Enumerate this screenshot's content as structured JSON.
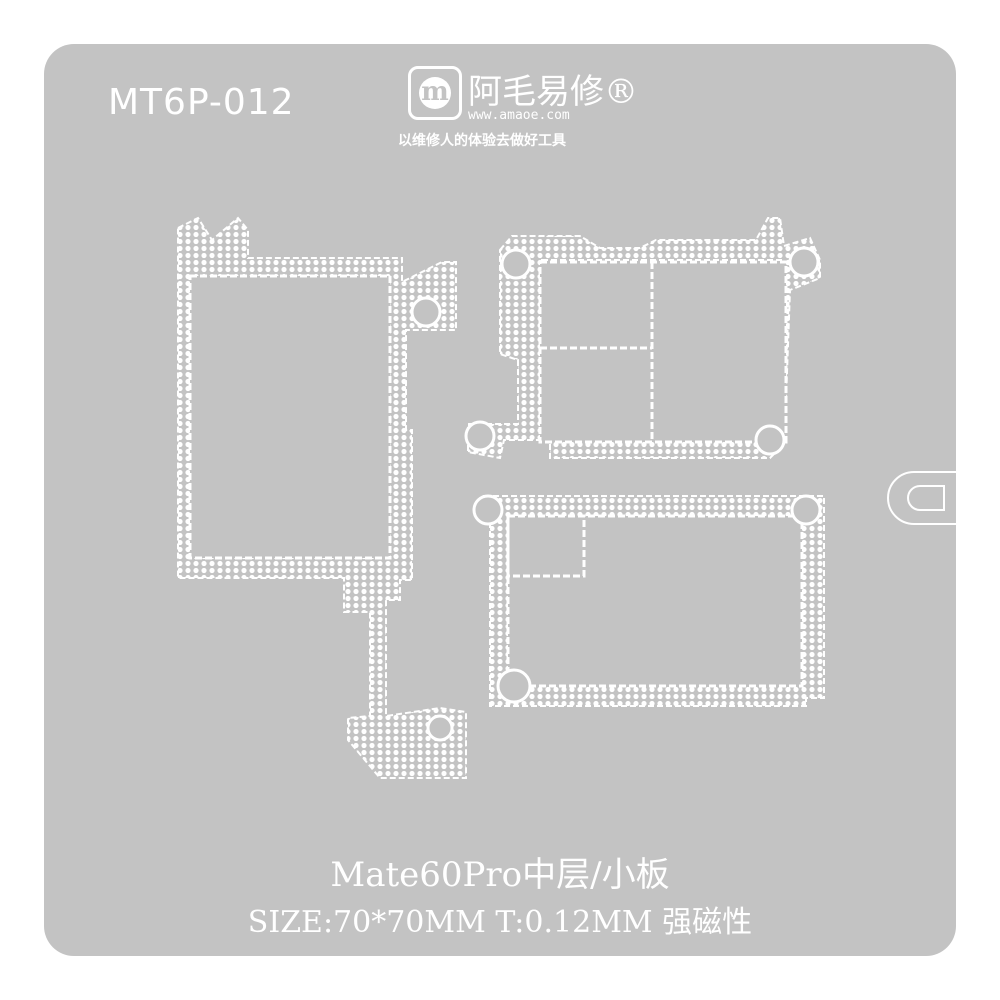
{
  "model_code": "MT6P-012",
  "brand": {
    "logo_letter": "m",
    "name": "阿毛易修®",
    "website": "www.amaoe.com",
    "slogan": "以维修人的体验去做好工具"
  },
  "product_title": "Mate60Pro中层/小板",
  "spec_line": "SIZE:70*70MM T:0.12MM 强磁性",
  "colors": {
    "plate": "#c3c3c3",
    "mesh": "#ffffff"
  },
  "icons": [
    "logo-icon",
    "notch-icon"
  ]
}
